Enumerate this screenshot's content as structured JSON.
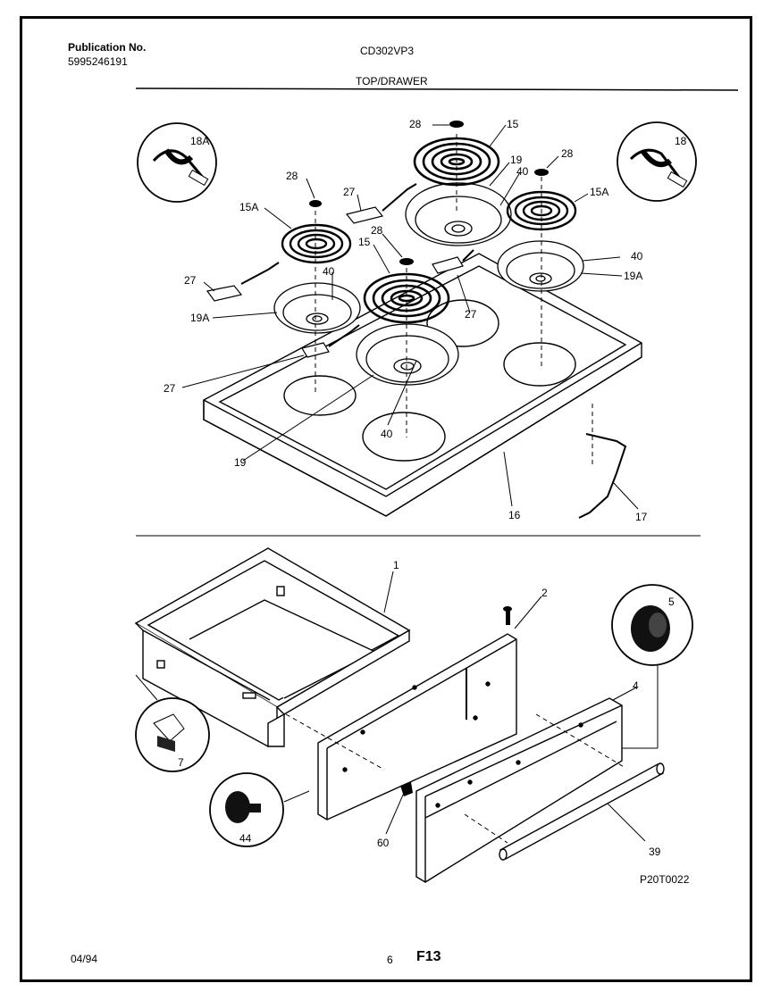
{
  "header": {
    "publication_label": "Publication No.",
    "publication_number": "5995246191",
    "model": "CD302VP3",
    "section": "TOP/DRAWER"
  },
  "footer": {
    "date": "04/94",
    "page": "6",
    "figure": "F13"
  },
  "diagram_code": "P20T0022",
  "callouts": {
    "c28a": "28",
    "c15a": "15",
    "c18a": "18A",
    "c18": "18",
    "c19a": "19",
    "c40a": "40",
    "c28b": "28",
    "c15Aa": "15A",
    "c28c": "28",
    "c27a": "27",
    "c15Ab": "15A",
    "c28d": "28",
    "c15b": "15",
    "c40b": "40",
    "c19Aa": "19A",
    "c27b": "27",
    "c40c": "40",
    "c19Ab": "19A",
    "c27c": "27",
    "c27d": "27",
    "c40d": "40",
    "c19b": "19",
    "c16": "16",
    "c17": "17",
    "c1": "1",
    "c2": "2",
    "c5": "5",
    "c4": "4",
    "c7": "7",
    "c44": "44",
    "c60": "60",
    "c39": "39"
  }
}
